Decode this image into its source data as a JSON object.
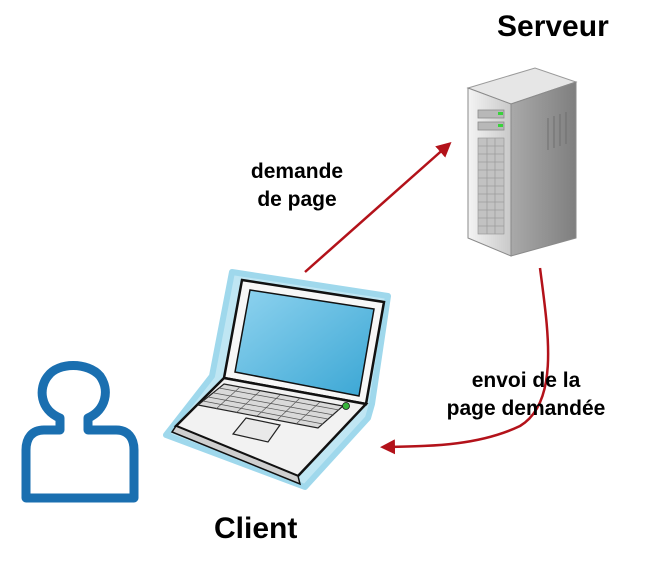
{
  "labels": {
    "server": "Serveur",
    "client": "Client",
    "request_line1": "demande",
    "request_line2": "de page",
    "response_line1": "envoi de la",
    "response_line2": "page demandée"
  },
  "colors": {
    "arrow": "#b3121a",
    "user_icon": "#1a6fb0",
    "laptop_screen": "#4fb6df",
    "laptop_outline": "#9fd8ec",
    "server_body": "#d9d9d9"
  },
  "icons": {
    "server": "server-tower-icon",
    "client_device": "laptop-icon",
    "user": "user-icon"
  }
}
